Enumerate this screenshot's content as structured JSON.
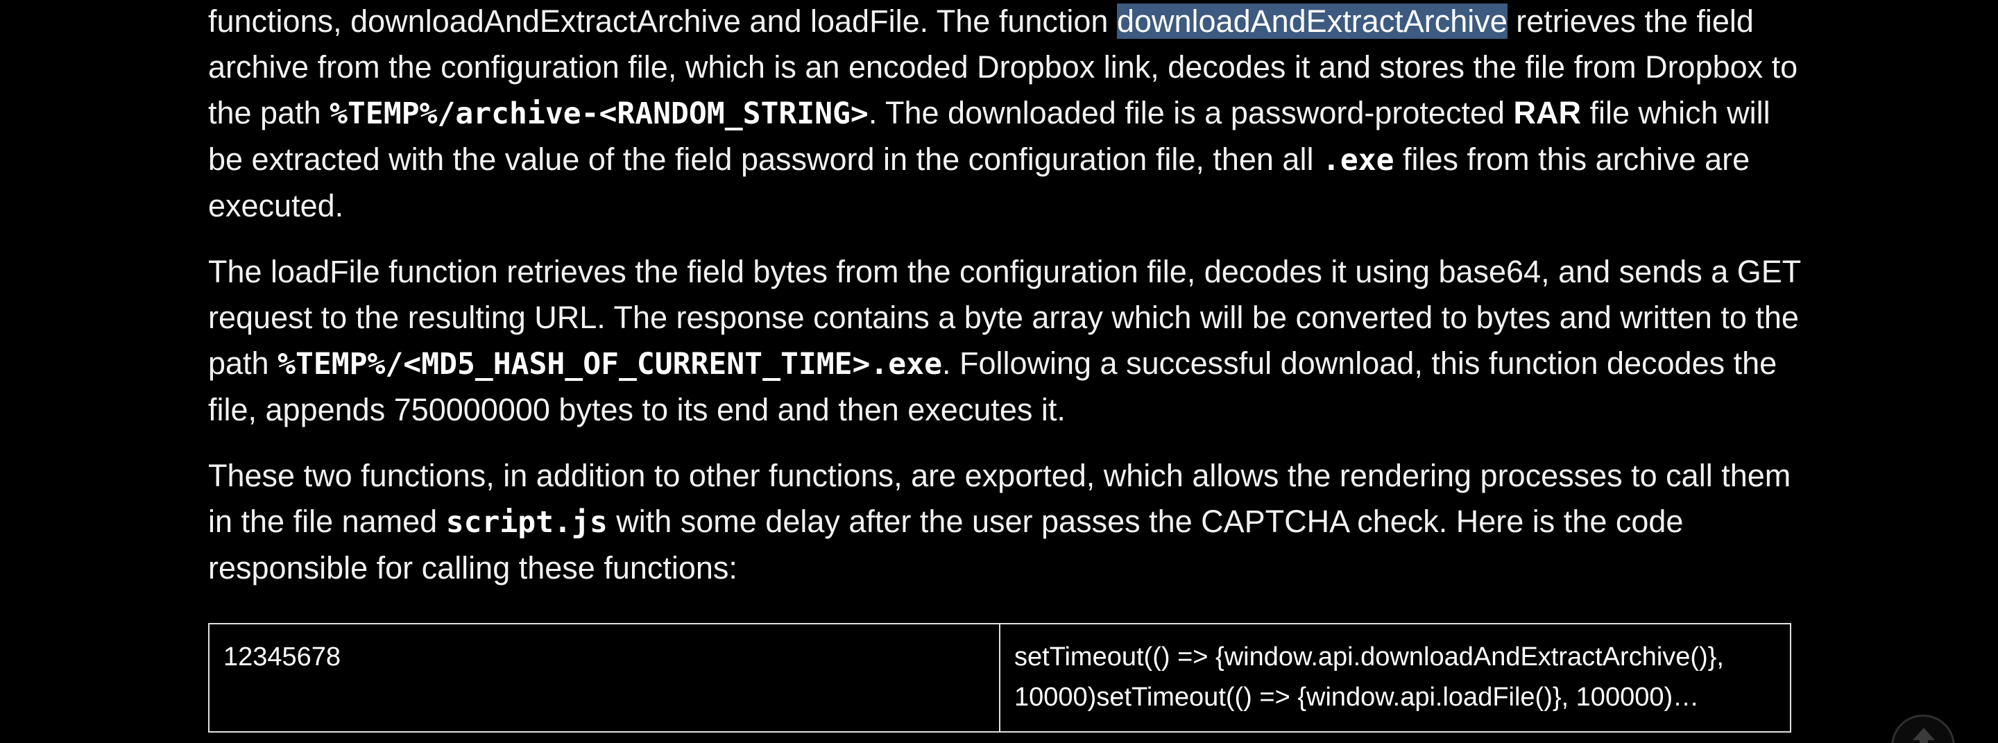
{
  "paragraph1": {
    "t1": "functions, downloadAndExtractArchive and loadFile. The function ",
    "highlight": "downloadAndExtractArchive",
    "t2": " retrieves the field archive from the configuration file, which is an encoded Dropbox link, decodes it and stores the file from Dropbox to the path ",
    "path": "%TEMP%/archive-<RANDOM_STRING>",
    "t3": ". The downloaded file is a password-protected ",
    "rar": "RAR",
    "t4": " file which will be extracted with the value of the field password in the configuration file, then all ",
    "exe": ".exe",
    "t5": " files from this archive are executed."
  },
  "paragraph2": {
    "t1": "The loadFile function retrieves the field bytes from the configuration file, decodes it using base64, and sends a GET request to the resulting URL. The response contains a byte array which will be converted to bytes and written to the path ",
    "path": "%TEMP%/<MD5_HASH_OF_CURRENT_TIME>.exe",
    "t2": ". Following a successful download, this function decodes the file, appends 750000000 bytes to its end and then executes it."
  },
  "paragraph3": {
    "t1": "These two functions, in addition to other functions, are exported, which allows the rendering processes to call them in the file named ",
    "file": "script.js",
    "t2": " with some delay after the user passes the CAPTCHA check. Here is the code responsible for calling these functions:"
  },
  "code_table": {
    "line_numbers": "12345678",
    "code": "setTimeout(() => {window.api.downloadAndExtractArchive()}, 10000)setTimeout(() => {window.api.loadFile()}, 100000)…"
  },
  "colors": {
    "background": "#000000",
    "text": "#f2f2f2",
    "selection_highlight": "#3d5a80",
    "table_border": "#e0e0e0"
  },
  "icons": {
    "scroll_button": "arrow-up-icon"
  }
}
